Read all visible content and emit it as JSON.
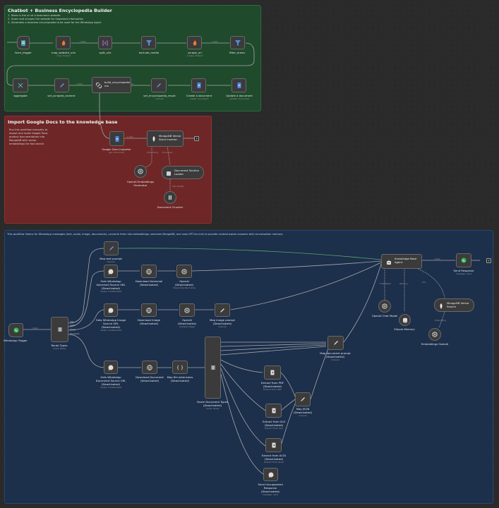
{
  "notes": {
    "green": {
      "title": "Chatbot + Business Encyclopedia Builder",
      "lines": [
        "1. Takes in the url of a business's website",
        "2. Scans and scrapes the website for important information",
        "3. Generates a business encyclopedia to be used for the WhatsApp agent"
      ]
    },
    "red": {
      "title": "Import Google Docs to the knowledge base",
      "lines": [
        "Run this workflow manually to",
        "import and make Google Docs",
        "product documentation into",
        "MongoDB with vector",
        "embeddings for fast search."
      ]
    },
    "blue": {
      "title": "This workflow listens for WhatsApp messages (text, audio, image, documents), converts them into embeddings, searches MongoDB, and uses GPT-4o-mini to provide context-aware answers with conversation memory."
    }
  },
  "nodes": {
    "form_trigger": {
      "label": "form_trigger",
      "sub": ""
    },
    "map_website_urls": {
      "label": "map_website_urls",
      "sub": "map: firebird"
    },
    "split_urls": {
      "label": "split_urls",
      "sub": ""
    },
    "exclude_media": {
      "label": "exclude_media",
      "sub": ""
    },
    "scrape_url": {
      "label": "scrape_url",
      "sub": "scrape: firebird"
    },
    "filter_errors": {
      "label": "filter_errors",
      "sub": ""
    },
    "aggregate": {
      "label": "aggregate",
      "sub": ""
    },
    "set_scraped_content": {
      "label": "set_scraped_content",
      "sub": ""
    },
    "build_encyclopedia": {
      "label": "build_encyclopedia",
      "label2": "nia",
      "sub": ""
    },
    "set_encyclopedia_result": {
      "label": "set_encyclopedia_result",
      "sub": "manual"
    },
    "create_document": {
      "label": "Create a document",
      "sub": "create: document"
    },
    "update_document": {
      "label": "Update a document",
      "sub": "update: document"
    },
    "google_docs_importer": {
      "label": "Google Docs Importer",
      "sub": "get: document"
    },
    "mongodb_vector_store": {
      "label": "MongoDB Vector",
      "label2": "Store Inserter",
      "sub": ""
    },
    "openai_embeddings_generator": {
      "label": "OpenAI Embeddings",
      "label2": "Generator",
      "sub": ""
    },
    "document_section_loader": {
      "label": "Document Section",
      "label2": "Loader",
      "sub": ""
    },
    "document_chunker": {
      "label": "Document Chunker",
      "sub": ""
    },
    "whatsapp_trigger": {
      "label": "WhatsApp Trigger",
      "sub": ""
    },
    "route_types": {
      "label": "Route Types",
      "sub": "mode: Rules"
    },
    "map_text_prompt": {
      "label": "Map text prompt",
      "sub": "manual"
    },
    "gets_voicemail": {
      "label": "Gets WhatsApp",
      "label2": "Voicemail Source URL",
      "label3": "(Deactivated)",
      "sub": "media: mediaUrlGet"
    },
    "download_voicemail": {
      "label": "Download Voicemail",
      "label2": "(Deactivated)",
      "sub": ""
    },
    "openai_transcribe": {
      "label": "OpenAI",
      "label2": "(Deactivated)",
      "sub": "Transcribe Recording"
    },
    "gets_image": {
      "label": "Gets WhatsApp Image",
      "label2": "Source URL",
      "label3": "(Deactivated)",
      "sub": "media: mediaUrlGet"
    },
    "download_image": {
      "label": "Download Image",
      "label2": "(Deactivated)",
      "sub": ""
    },
    "openai_analyze": {
      "label": "OpenAI",
      "label2": "(Deactivated)",
      "sub": "Analyze Image"
    },
    "map_image_prompt": {
      "label": "Map image prompt",
      "label2": "(Deactivated)",
      "sub": "manual"
    },
    "gets_document": {
      "label": "Gets WhatsApp",
      "label2": "Document Source URL",
      "label3": "(Deactivated)",
      "sub": "media: mediaUrlGet"
    },
    "download_document": {
      "label": "Download Document",
      "label2": "(Deactivated)",
      "sub": ""
    },
    "map_file_extensions": {
      "label": "Map file extensions",
      "label2": "(Deactivated)",
      "sub": ""
    },
    "route_document_types": {
      "label": "Route Document Types",
      "label2": "(Deactivated)",
      "sub": "mode: Rules"
    },
    "map_document_prompt": {
      "label": "Map document prompt",
      "label2": "(Deactivated)",
      "sub": "manual"
    },
    "extract_pdf": {
      "label": "Extract from PDF",
      "label2": "(Deactivated)",
      "sub": "Extract From PDF"
    },
    "map_json": {
      "label": "Map JSON",
      "label2": "(Deactivated)",
      "sub": "manual"
    },
    "extract_xls": {
      "label": "Extract from XLS",
      "label2": "(Deactivated)",
      "sub": "Extract From XLS"
    },
    "extract_xlsx": {
      "label": "Extract from XLSX",
      "label2": "(Deactivated)",
      "sub": "Extract From XLSX"
    },
    "send_unsupported": {
      "label": "Send Unsupported",
      "label2": "Response",
      "label3": "(Deactivated)",
      "sub": "message: send"
    },
    "knowledge_base_agent": {
      "label": "Knowledge Base",
      "label2": "Agent",
      "sub": ""
    },
    "send_response": {
      "label": "Send Response",
      "sub": "message: send"
    },
    "openai_chat_model": {
      "label": "OpenAI Chat Model",
      "sub": ""
    },
    "simple_memory": {
      "label": "Simple Memory",
      "sub": ""
    },
    "mongodb_vector_search": {
      "label": "MongoDB Vector",
      "label2": "Search",
      "sub": ""
    },
    "embeddings_openai": {
      "label": "Embeddings OpenAI",
      "sub": ""
    }
  },
  "edge_labels": {
    "item1": "1 item",
    "item2": "1 item",
    "item3": "1 item",
    "item4": "1 item",
    "item5": "1 item",
    "item6": "1 item",
    "item7": "1 item",
    "model": "Chat Model",
    "memory": "Memory",
    "tool": "Tool",
    "embedding": "Embedding",
    "document": "Document",
    "vector": "Vector",
    "text_splitter": "Text Splitter"
  },
  "switch_outputs": {
    "route_types": [
      "Text",
      "Audio",
      "Image",
      "Document"
    ]
  }
}
